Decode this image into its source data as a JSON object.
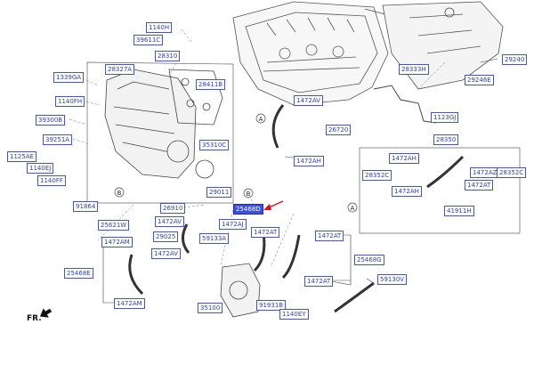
{
  "labels": {
    "l1140": "1140H",
    "l39611": "39611C",
    "l28310": "28310",
    "l28327": "28327A",
    "l1339": "1339GA",
    "l28411": "28411B",
    "l1140fh": "1140FH",
    "l39300": "39300B",
    "l39251": "39251A",
    "l1125": "1125AE",
    "l1140ej": "1140EJ",
    "l1140ff": "1140FF",
    "l91864": "91864",
    "l25621": "25621W",
    "l35310": "35310C",
    "l1472av1": "1472AV",
    "l26720": "26720",
    "l1472ah1": "1472AH",
    "l28333": "28333H",
    "l29240": "29240",
    "l29246": "29246E",
    "l1123": "1123GJ",
    "l28350": "28350",
    "l28352": "28352C",
    "l1472ah2": "1472AH",
    "l1472az": "1472AZ",
    "l28352r": "28352C",
    "l1472ah3": "1472AH",
    "l1472at0": "1472AT",
    "l41911": "41911H",
    "l29011": "29011",
    "l26910": "26910",
    "l25468d": "25468D",
    "l1472av2": "1472AV",
    "l1472aj": "1472AJ",
    "l1472at1": "1472AT",
    "l29025": "29025",
    "l59133": "59133A",
    "l1472am1": "1472AM",
    "l1472av3": "1472AV",
    "l1472at2": "1472AT",
    "l25468e": "25468E",
    "l25468g": "25468G",
    "l1472at3": "1472AT",
    "l1472am2": "1472AM",
    "l59130": "59130V",
    "l35100": "35100",
    "l91931": "91931B",
    "l1140ey": "1140EY"
  },
  "marker_a1": "A",
  "marker_b1": "B",
  "marker_a2": "A",
  "marker_b2": "B",
  "direction": "FR.",
  "colors": {
    "label_text": "#2c3fc4",
    "label_border": "#3f55d6",
    "highlight": "#3b4fe0",
    "arrow": "#e01010"
  }
}
